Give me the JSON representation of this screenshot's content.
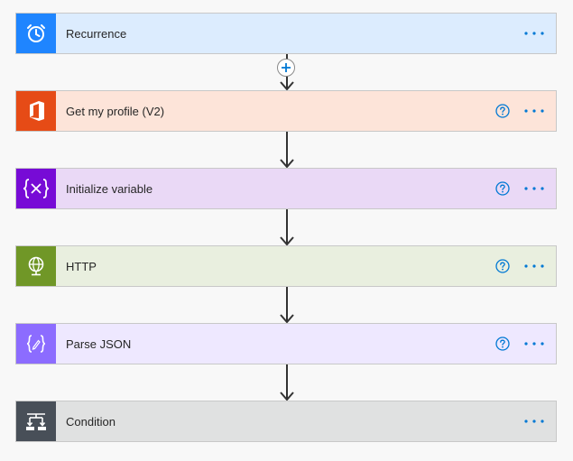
{
  "steps": [
    {
      "id": "recurrence",
      "title": "Recurrence",
      "icon": "alarm-clock-icon",
      "accent": "#1f85ff",
      "bg": "#dcecfe",
      "help": false
    },
    {
      "id": "get-my-profile",
      "title": "Get my profile (V2)",
      "icon": "office-logo-icon",
      "accent": "#e64b16",
      "bg": "#fde4d9",
      "help": true
    },
    {
      "id": "initialize-variable",
      "title": "Initialize variable",
      "icon": "variable-icon",
      "accent": "#770bd6",
      "bg": "#ead9f6",
      "help": true
    },
    {
      "id": "http",
      "title": "HTTP",
      "icon": "globe-icon",
      "accent": "#709727",
      "bg": "#e9efdf",
      "help": true
    },
    {
      "id": "parse-json",
      "title": "Parse JSON",
      "icon": "json-icon",
      "accent": "#8c6cff",
      "bg": "#eee8ff",
      "help": true
    },
    {
      "id": "condition",
      "title": "Condition",
      "icon": "condition-icon",
      "accent": "#484f58",
      "bg": "#e0e1e1",
      "help": false
    }
  ],
  "add_step_icon": "plus-icon",
  "help_icon": "question-mark-icon",
  "more_icon": "ellipsis-icon",
  "colors": {
    "link": "#0078d4",
    "connector": "#333333"
  }
}
